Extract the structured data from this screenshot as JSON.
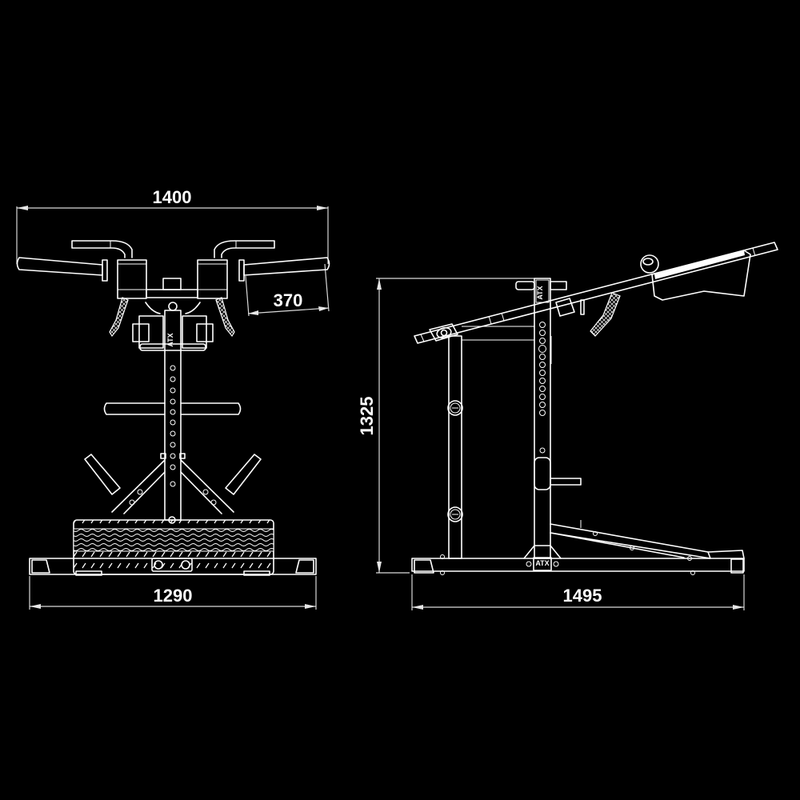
{
  "drawing": {
    "type": "technical line drawing",
    "background_color": "#000000",
    "line_color": "#ffffff",
    "subject": "plate-loaded standing lever machine (front and side elevations)",
    "brand_mark": "ATX"
  },
  "front_view": {
    "dimensions": {
      "overall_width": {
        "label": "1400",
        "value_mm": 1400,
        "orientation": "horizontal"
      },
      "handle_length": {
        "label": "370",
        "value_mm": 370,
        "orientation": "angled"
      },
      "base_width": {
        "label": "1290",
        "value_mm": 1290,
        "orientation": "horizontal"
      }
    }
  },
  "side_view": {
    "dimensions": {
      "height": {
        "label": "1325",
        "value_mm": 1325,
        "orientation": "vertical"
      },
      "depth": {
        "label": "1495",
        "value_mm": 1495,
        "orientation": "horizontal"
      }
    }
  }
}
